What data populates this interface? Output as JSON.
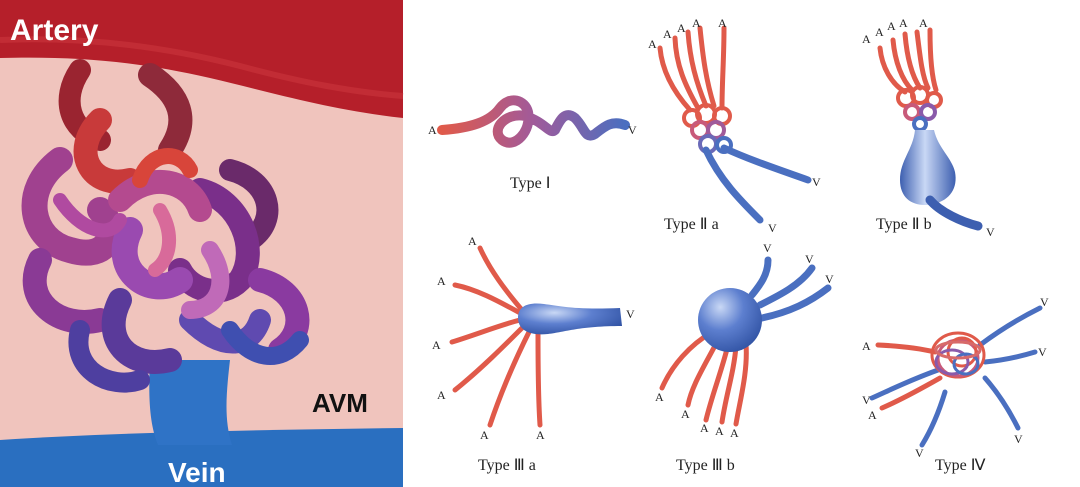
{
  "left_panel": {
    "artery_label": "Artery",
    "vein_label": "Vein",
    "avm_label": "AVM",
    "background_color": "#f0c4bd",
    "artery_color": "#b51f2a",
    "vein_color": "#2a6fc0"
  },
  "marks": {
    "artery": "A",
    "vein": "V"
  },
  "colors": {
    "artery_vessel": "#e05a4a",
    "vein_vessel": "#4a6fc0"
  },
  "types": {
    "type_1": "Type Ⅰ",
    "type_2a": "Type Ⅱ a",
    "type_2b": "Type Ⅱ b",
    "type_3a": "Type Ⅲ a",
    "type_3b": "Type Ⅲ b",
    "type_4": "Type Ⅳ"
  }
}
